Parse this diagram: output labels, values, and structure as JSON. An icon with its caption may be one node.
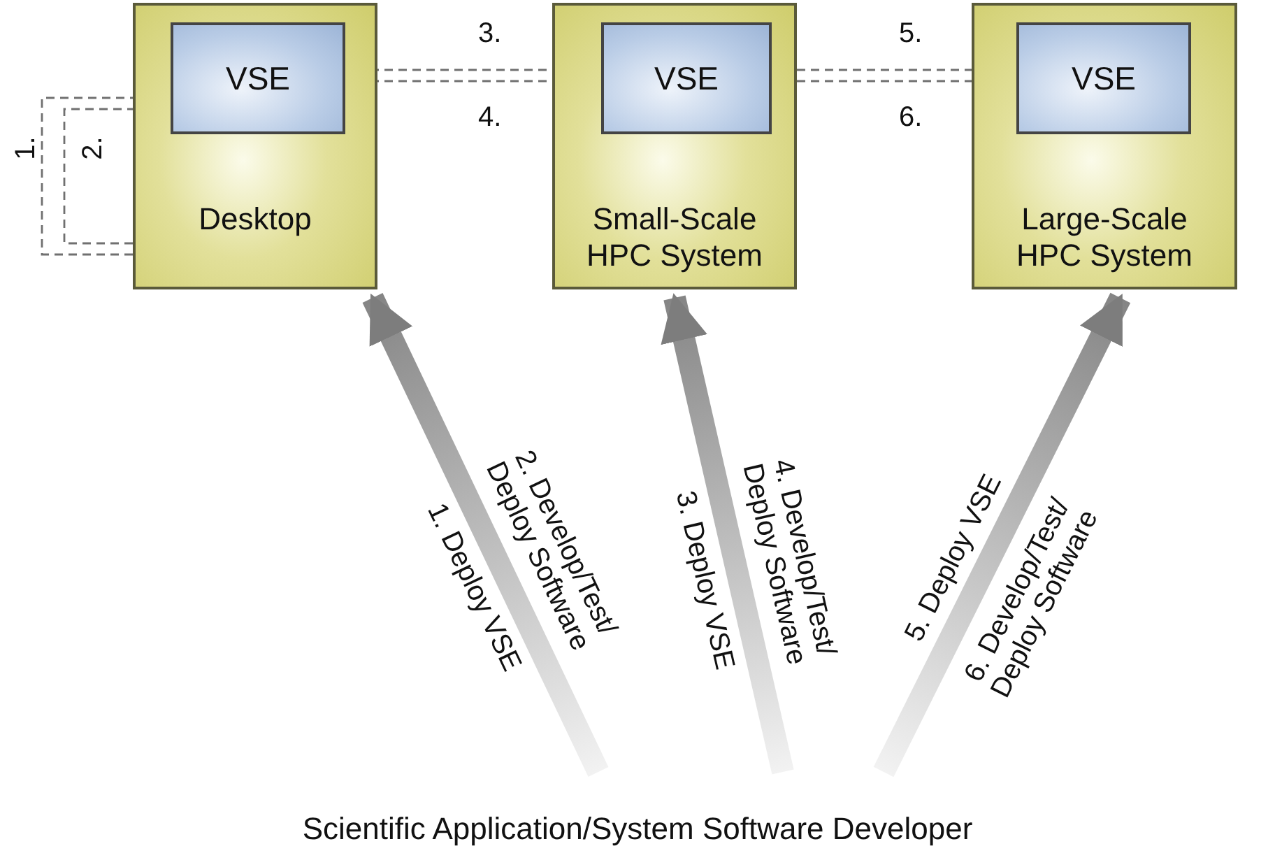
{
  "diagram": {
    "nodes": [
      {
        "text": [
          "Desktop"
        ]
      },
      {
        "text": [
          "VSE"
        ],
        "in": 0
      },
      {
        "text": [
          "Small-Scale HPC System"
        ]
      },
      {
        "text": [
          "VSE"
        ],
        "in": 2
      },
      {
        "text": [
          "Large-Scale HPC System"
        ]
      },
      {
        "text": [
          "VSE"
        ],
        "in": 4
      },
      {
        "text": [
          "Scientific Application/System Software Developer"
        ]
      }
    ],
    "edges": [
      {
        "from": 0,
        "to": 1,
        "arrow": "to",
        "style": "dashed",
        "label": "1."
      },
      {
        "from": 0,
        "to": 1,
        "arrow": "to",
        "style": "dashed",
        "label": "2."
      },
      {
        "from": 1,
        "to": 3,
        "arrow": "to",
        "style": "dashed",
        "label": "3."
      },
      {
        "from": 1,
        "to": 3,
        "arrow": "to",
        "style": "dashed",
        "label": "4."
      },
      {
        "from": 3,
        "to": 5,
        "arrow": "to",
        "style": "dashed",
        "label": "5."
      },
      {
        "from": 3,
        "to": 5,
        "arrow": "to",
        "style": "dashed",
        "label": "6."
      },
      {
        "from": 6,
        "to": 0,
        "arrow": "to",
        "style": "thick",
        "label": "1. Deploy VSE"
      },
      {
        "from": 6,
        "to": 2,
        "arrow": "to",
        "style": "thick",
        "label": "3. Deploy VSE"
      },
      {
        "from": 6,
        "to": 4,
        "arrow": "to",
        "style": "thick",
        "label": "5. Deploy VSE"
      }
    ],
    "labels": [
      "2. Develop/Test/ Deploy Software",
      "4. Develop/Test/ Deploy Software",
      "6. Develop/Test/ Deploy Software"
    ]
  }
}
